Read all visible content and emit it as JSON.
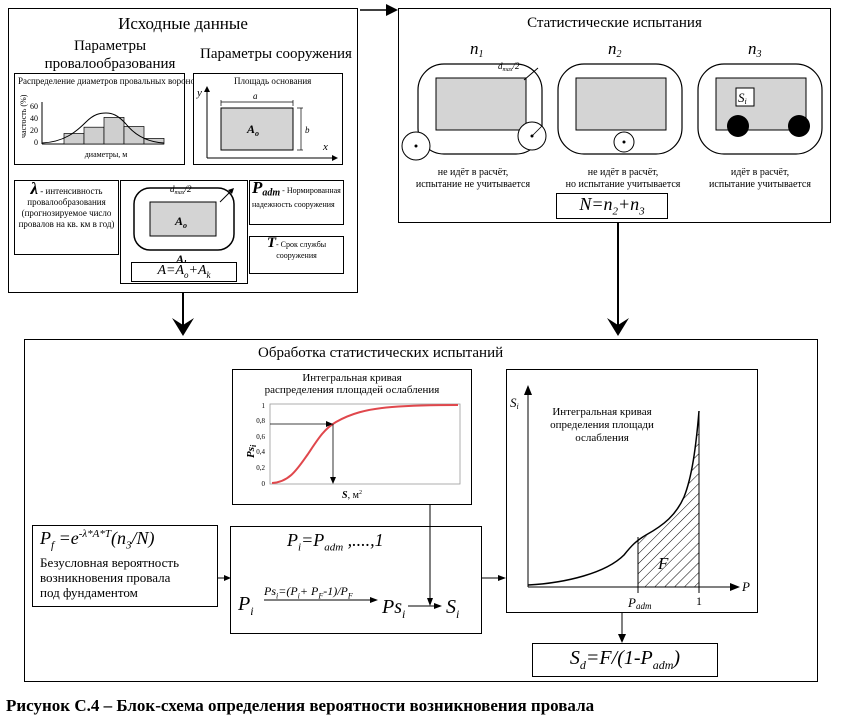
{
  "left_panel": {
    "title": "Исходные данные",
    "col1_title_1": "Параметры",
    "col1_title_2": "провалообразования",
    "col2_title": "Параметры сооружения",
    "hist": {
      "title": "Распределение диаметров провальных воронок",
      "ylabel": "частость (%)",
      "xlabel": "диаметры, м",
      "yticks": [
        "60",
        "40",
        "20",
        "0"
      ],
      "bars": [
        {
          "label": "bar-1",
          "value": 15
        },
        {
          "label": "bar-2",
          "value": 24
        },
        {
          "label": "bar-3",
          "value": 38
        },
        {
          "label": "bar-4",
          "value": 25
        },
        {
          "label": "bar-5",
          "value": 8
        }
      ]
    },
    "foundation": {
      "title": "Площадь основания",
      "y": "y",
      "x": "x",
      "a": "a",
      "b": "b",
      "area": "A",
      "area_sub": "o"
    },
    "lambda": {
      "symbol": "λ",
      "l1": " - интенсивность",
      "l2": "провалообразования",
      "l3": "(прогнозируемое число",
      "l4": "провалов на кв. км в год)"
    },
    "center": {
      "dmax": "d",
      "dmax_sub": "max",
      "dmax_tail": "/2",
      "ao": "A",
      "ao_sub": "o",
      "ak": "A",
      "ak_sub": "k",
      "formula_a": "A=A",
      "formula_sub1": "o",
      "formula_plus": "+A",
      "formula_sub2": "k"
    },
    "padm": {
      "p": "P",
      "sub": "adm",
      "l1": " - Нормированная",
      "l2": "надежность сооружения"
    },
    "t": {
      "t": "T",
      "l1": "- Срок службы",
      "l2": "сооружения"
    }
  },
  "right_panel": {
    "title": "Статистические испытания",
    "n1": "n",
    "n1_sub": "1",
    "n2": "n",
    "n2_sub": "2",
    "n3": "n",
    "n3_sub": "3",
    "dmax": "d",
    "dmax_sub": "max",
    "dmax_tail": "/2",
    "si": "S",
    "si_sub": "i",
    "cap1_l1": "не идёт в расчёт,",
    "cap1_l2": "испытание не учитывается",
    "cap2_l1": "не идёт в расчёт,",
    "cap2_l2": "но испытание учитывается",
    "cap3_l1": "идёт в расчёт,",
    "cap3_l2": "испытание учитывается",
    "formula_n": "N=n",
    "formula_n_sub1": "2",
    "formula_n_plus": "+n",
    "formula_n_sub2": "3"
  },
  "bottom_panel": {
    "title": "Обработка статистических испытаний",
    "integral": {
      "title_1": "Интегральная кривая",
      "title_2": "распределения площадей ослабления",
      "ylabel": "Ps",
      "ylabel_sub": "i",
      "xlabel": "S",
      "xlabel_unit": ", м",
      "xlabel_sup": "2",
      "yticks": [
        "1",
        "0,8",
        "0,6",
        "0,4",
        "0,2",
        "0"
      ]
    },
    "pf": {
      "p": "P",
      "p_sub": "f",
      "eq": " =e",
      "exp": "-λ*A*T",
      "tail": "(n",
      "tail_sub": "3",
      "tail_end": "/N)",
      "l1": "Безусловная вероятность",
      "l2": "возникновения провала",
      "l3": "под фундаментом"
    },
    "pi": {
      "p": "P",
      "p_sub": "i",
      "eq": "=P",
      "eq_sub": "adm",
      "rest": " ,....,1",
      "pi2": "P",
      "pi2_sub": "i",
      "arrow_label": "Ps",
      "arrow_label_sub": "i",
      "arrow_label_rest": "=(P",
      "arrow_label_sub2": "i",
      "arrow_label_rest2": "+ P",
      "arrow_label_sub3": "F",
      "arrow_label_rest3": "-1)/P",
      "arrow_label_sub4": "F",
      "psi": "Ps",
      "psi_sub": "i",
      "si": "S",
      "si_sub": "i"
    },
    "curve": {
      "ylabel": "S",
      "ylabel_sub": "i",
      "title_1": "Интегральная кривая",
      "title_2": "определения площади",
      "title_3": "ослабления",
      "f": "F",
      "xlabel": "P",
      "padm": "P",
      "padm_sub": "adm",
      "one": "1"
    },
    "sd": {
      "s": "S",
      "s_sub": "d",
      "eq": "=F/(1-P",
      "eq_sub": "adm",
      "end": ")"
    }
  },
  "caption": "Рисунок С.4 – Блок-схема определения вероятности возникновения провала"
}
